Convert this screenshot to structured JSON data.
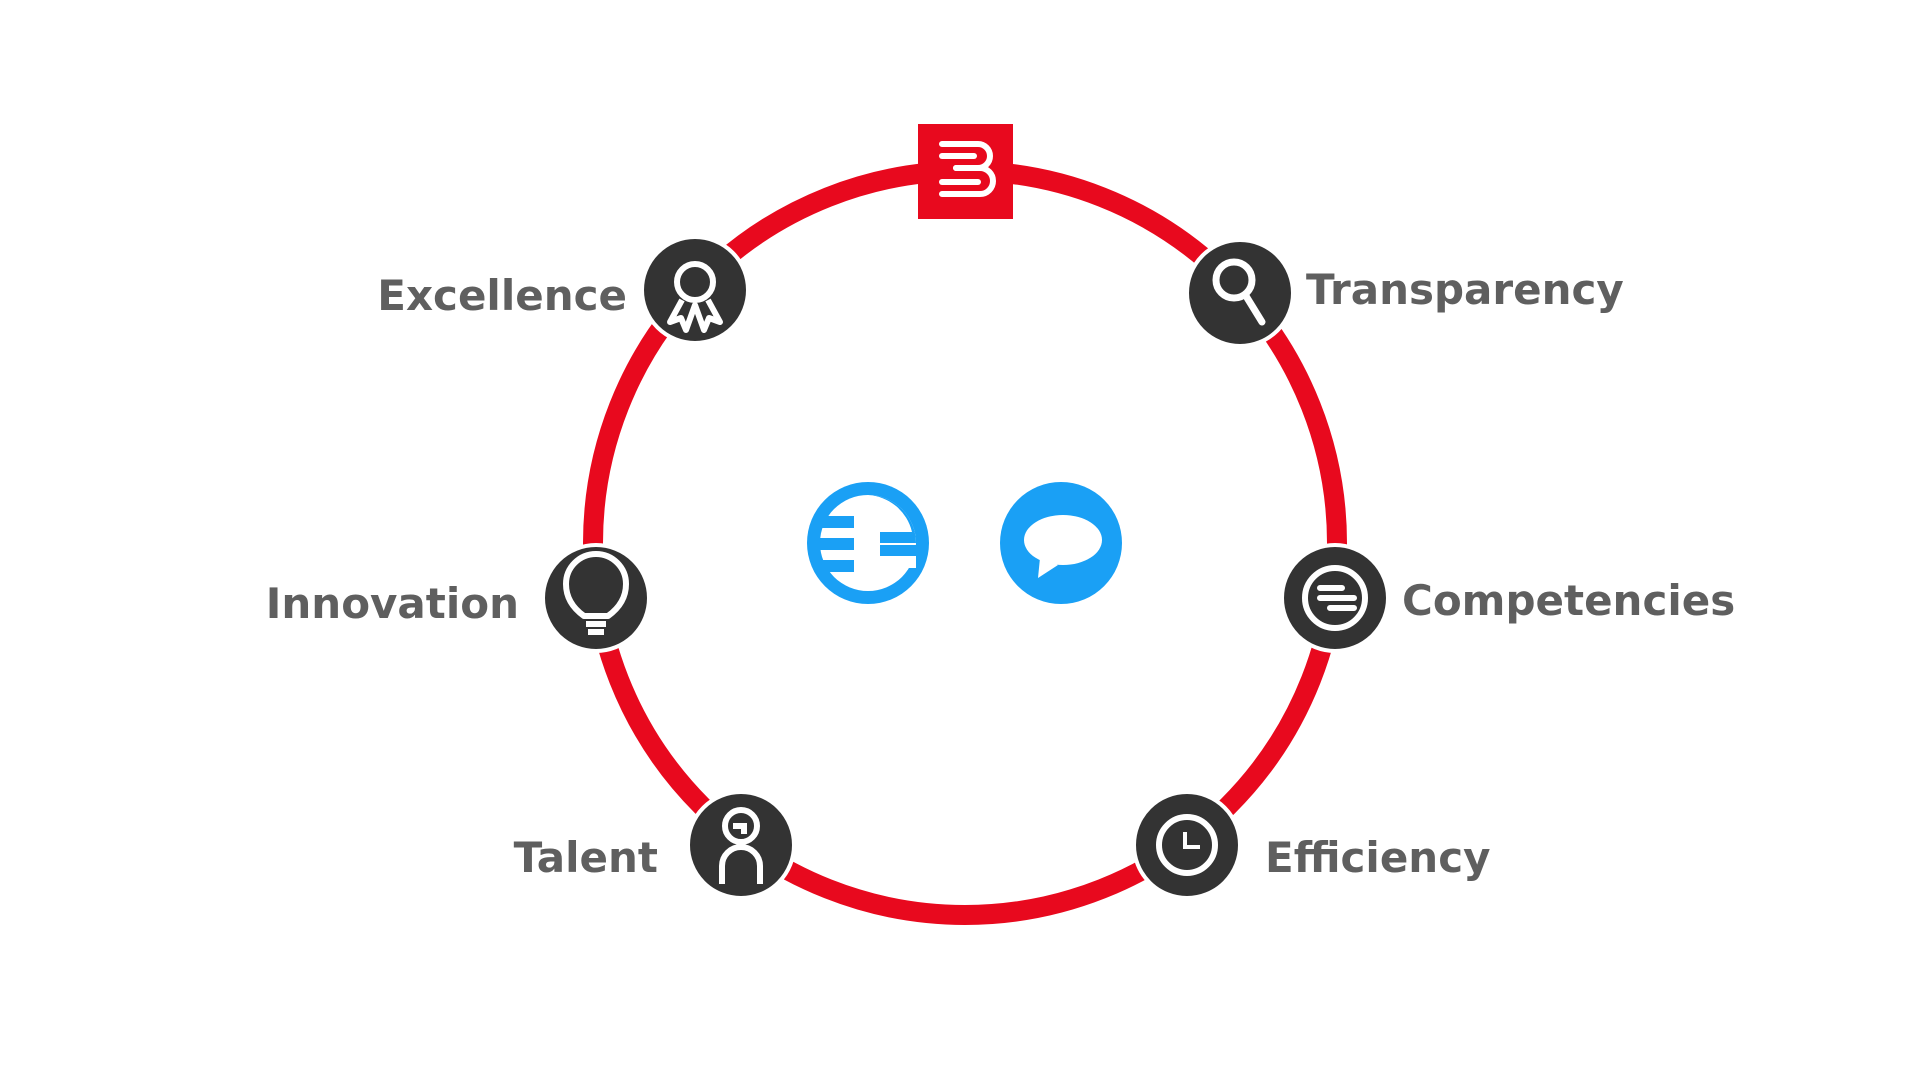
{
  "colors": {
    "ring": "#e8091e",
    "node_fill": "#333333",
    "icon_stroke": "#ffffff",
    "label_text": "#5f5f5f",
    "center_blue": "#1aa0f5",
    "logo_red": "#e8091e"
  },
  "nodes": [
    {
      "id": "excellence",
      "label": "Excellence",
      "icon": "award-ribbon-icon"
    },
    {
      "id": "transparency",
      "label": "Transparency",
      "icon": "magnifier-icon"
    },
    {
      "id": "innovation",
      "label": "Innovation",
      "icon": "lightbulb-icon"
    },
    {
      "id": "competencies",
      "label": "Competencies",
      "icon": "lines-circle-icon"
    },
    {
      "id": "talent",
      "label": "Talent",
      "icon": "person-icon"
    },
    {
      "id": "efficiency",
      "label": "Efficiency",
      "icon": "clock-icon"
    }
  ],
  "top_logo": {
    "icon": "b-logo-icon"
  },
  "center_icons": [
    {
      "icon": "split-circle-icon"
    },
    {
      "icon": "chat-bubble-icon"
    }
  ]
}
